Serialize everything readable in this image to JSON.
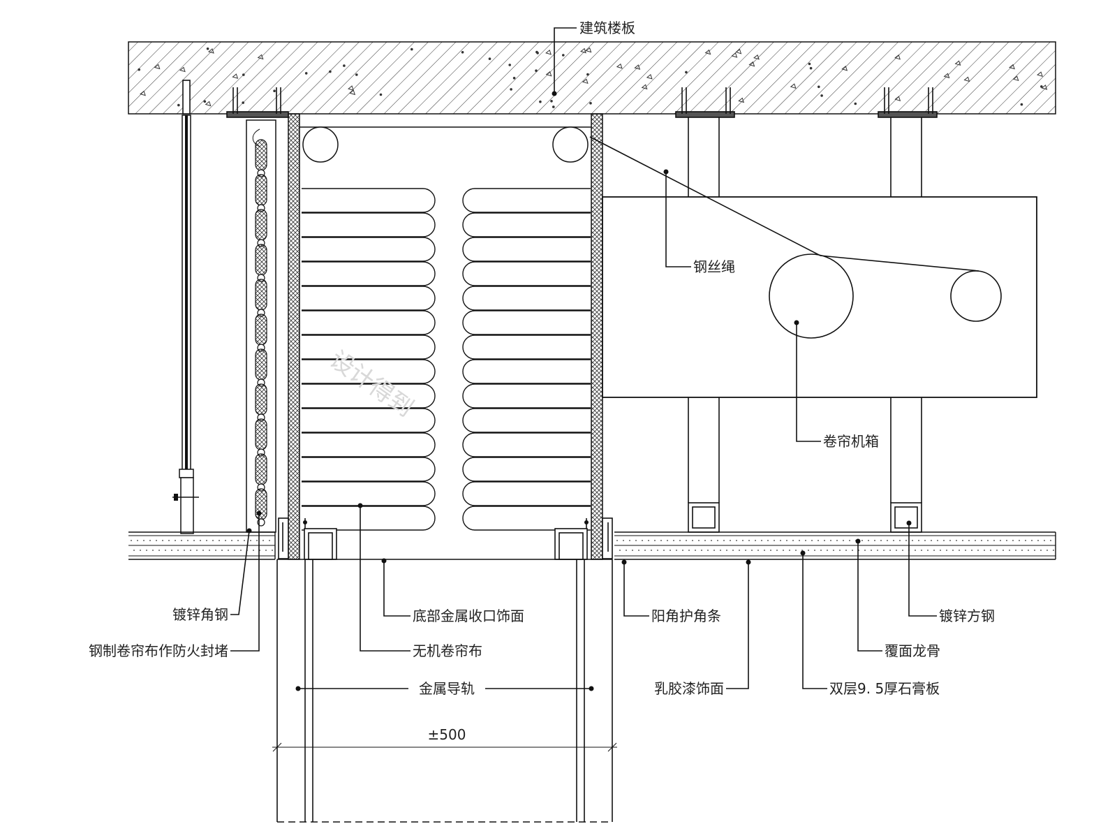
{
  "labels": {
    "floor_slab": "建筑楼板",
    "steel_wire_rope": "钢丝绳",
    "shutter_box": "卷帘机箱",
    "galvanized_angle": "镀锌角钢",
    "steel_fire_seal": "钢制卷帘布作防火封堵",
    "bottom_metal_trim": "底部金属收口饰面",
    "inorganic_shutter_cloth": "无机卷帘布",
    "metal_guide_rail": "金属导轨",
    "corner_guard": "阳角护角条",
    "galvanized_square_steel": "镀锌方钢",
    "cover_keel": "覆面龙骨",
    "latex_paint": "乳胶漆饰面",
    "double_gypsum": "双层9. 5厚石膏板"
  },
  "dimension": "±500",
  "watermark": "设计得到",
  "colors": {
    "line": "#111111",
    "text": "#222222",
    "hatch": "#333333"
  }
}
